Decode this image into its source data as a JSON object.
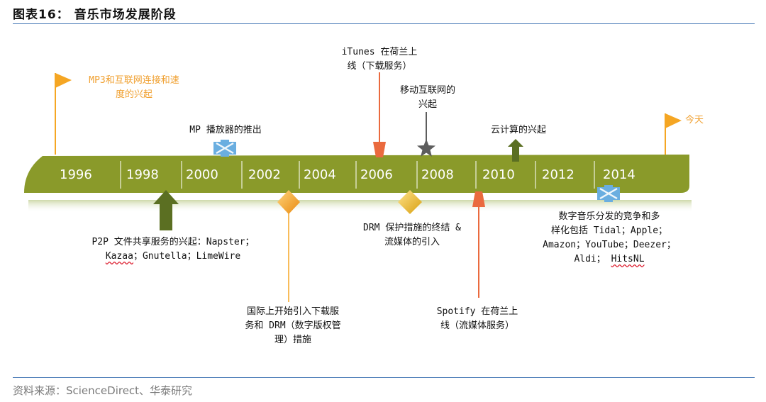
{
  "header": {
    "title": "图表16：  音乐市场发展阶段"
  },
  "footer": {
    "source": "资料来源：ScienceDirect、华泰研究"
  },
  "timeline": {
    "years": [
      "1996",
      "1998",
      "2000",
      "2002",
      "2004",
      "2006",
      "2008",
      "2010",
      "2012",
      "2014"
    ]
  },
  "events": {
    "mp3_internet": [
      "MP3和互联网连接和速",
      "度的兴起"
    ],
    "today": "今天",
    "itunes": [
      "iTunes 在荷兰上",
      "线（下载服务）"
    ],
    "mobile": [
      "移动互联网的",
      "兴起"
    ],
    "mp_player": "MP 播放器的推出",
    "cloud": "云计算的兴起",
    "p2p_line1": "P2P 文件共享服务的兴起：Napster；",
    "p2p_kazaa": "Kazaa",
    "p2p_rest": "；Gnutella；LimeWire",
    "drm_end": [
      "DRM 保护措施的终结 &",
      "流媒体的引入"
    ],
    "streaming_comp": [
      "数字音乐分发的竞争和多",
      "样化包括 Tidal；Apple；",
      "Amazon；YouTube；Deezer；"
    ],
    "streaming_aldi": "Aldi；",
    "streaming_hitsnl": "HitsNL",
    "download_drm": [
      "国际上开始引入下载服",
      "务和 DRM（数字版权管",
      "理）措施"
    ],
    "spotify": [
      "Spotify 在荷兰上",
      "线（流媒体服务）"
    ]
  },
  "colors": {
    "band": "#8a9a2a",
    "band_shadow": "#dfe6c4",
    "flag": "#f5a623",
    "orange_text": "#f0a030",
    "arrow_red": "#ea6a3e",
    "arrow_green": "#5b6f22",
    "diamond": "#f5a524",
    "star": "#5d5d5d",
    "cross_blue": "#6aaee0"
  }
}
